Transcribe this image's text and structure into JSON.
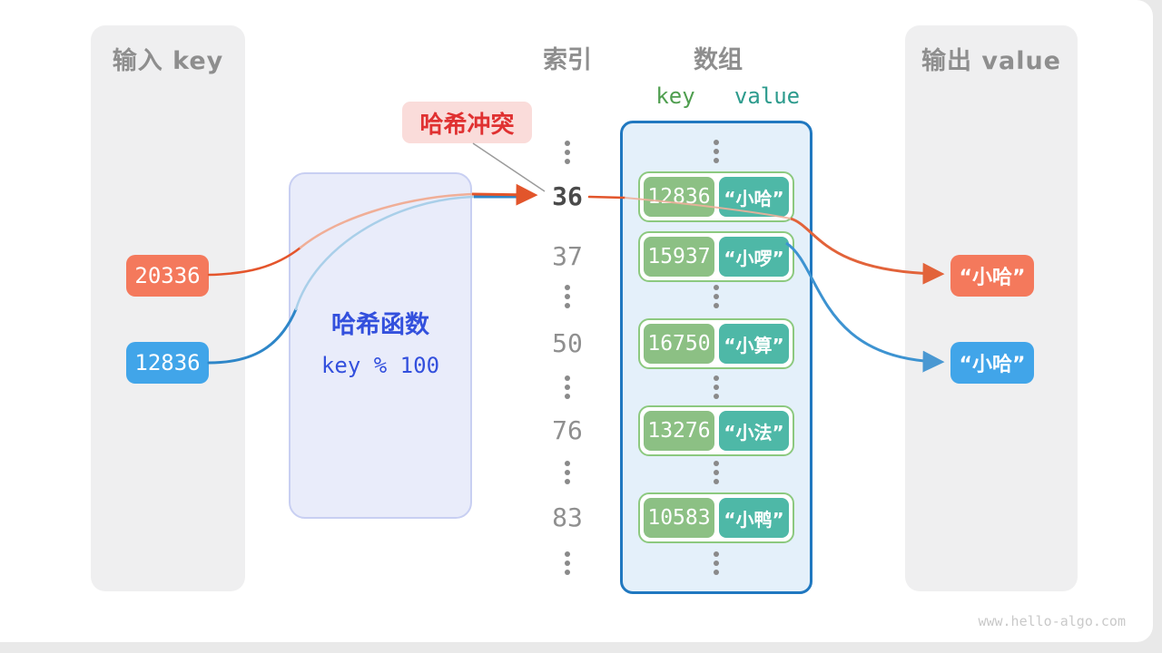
{
  "watermark": "www.hello-algo.com",
  "input_panel": {
    "title": "输入 key",
    "keys": [
      "20336",
      "12836"
    ]
  },
  "hash_box": {
    "title": "哈希函数",
    "formula": "key % 100"
  },
  "collision_label": "哈希冲突",
  "index_column": {
    "title": "索引",
    "indices": [
      "36",
      "37",
      "50",
      "76",
      "83"
    ],
    "highlighted_index": "36"
  },
  "array": {
    "title": "数组",
    "headers": {
      "key": "key",
      "value": "value"
    },
    "rows": [
      {
        "key": "12836",
        "value": "“小哈”"
      },
      {
        "key": "15937",
        "value": "“小啰”"
      },
      {
        "key": "16750",
        "value": "“小算”"
      },
      {
        "key": "13276",
        "value": "“小法”"
      },
      {
        "key": "10583",
        "value": "“小鸭”"
      }
    ]
  },
  "output_panel": {
    "title": "输出 value",
    "values": [
      "“小哈”",
      "“小哈”"
    ]
  },
  "colors": {
    "orange_key": "#f4795c",
    "blue_key": "#41a5e9",
    "green_key_cell": "#8cc084",
    "teal_value_cell": "#4eb8a7",
    "collision_red": "#e03131",
    "hash_text_blue": "#3350dd",
    "array_border_blue": "#2078c0"
  }
}
